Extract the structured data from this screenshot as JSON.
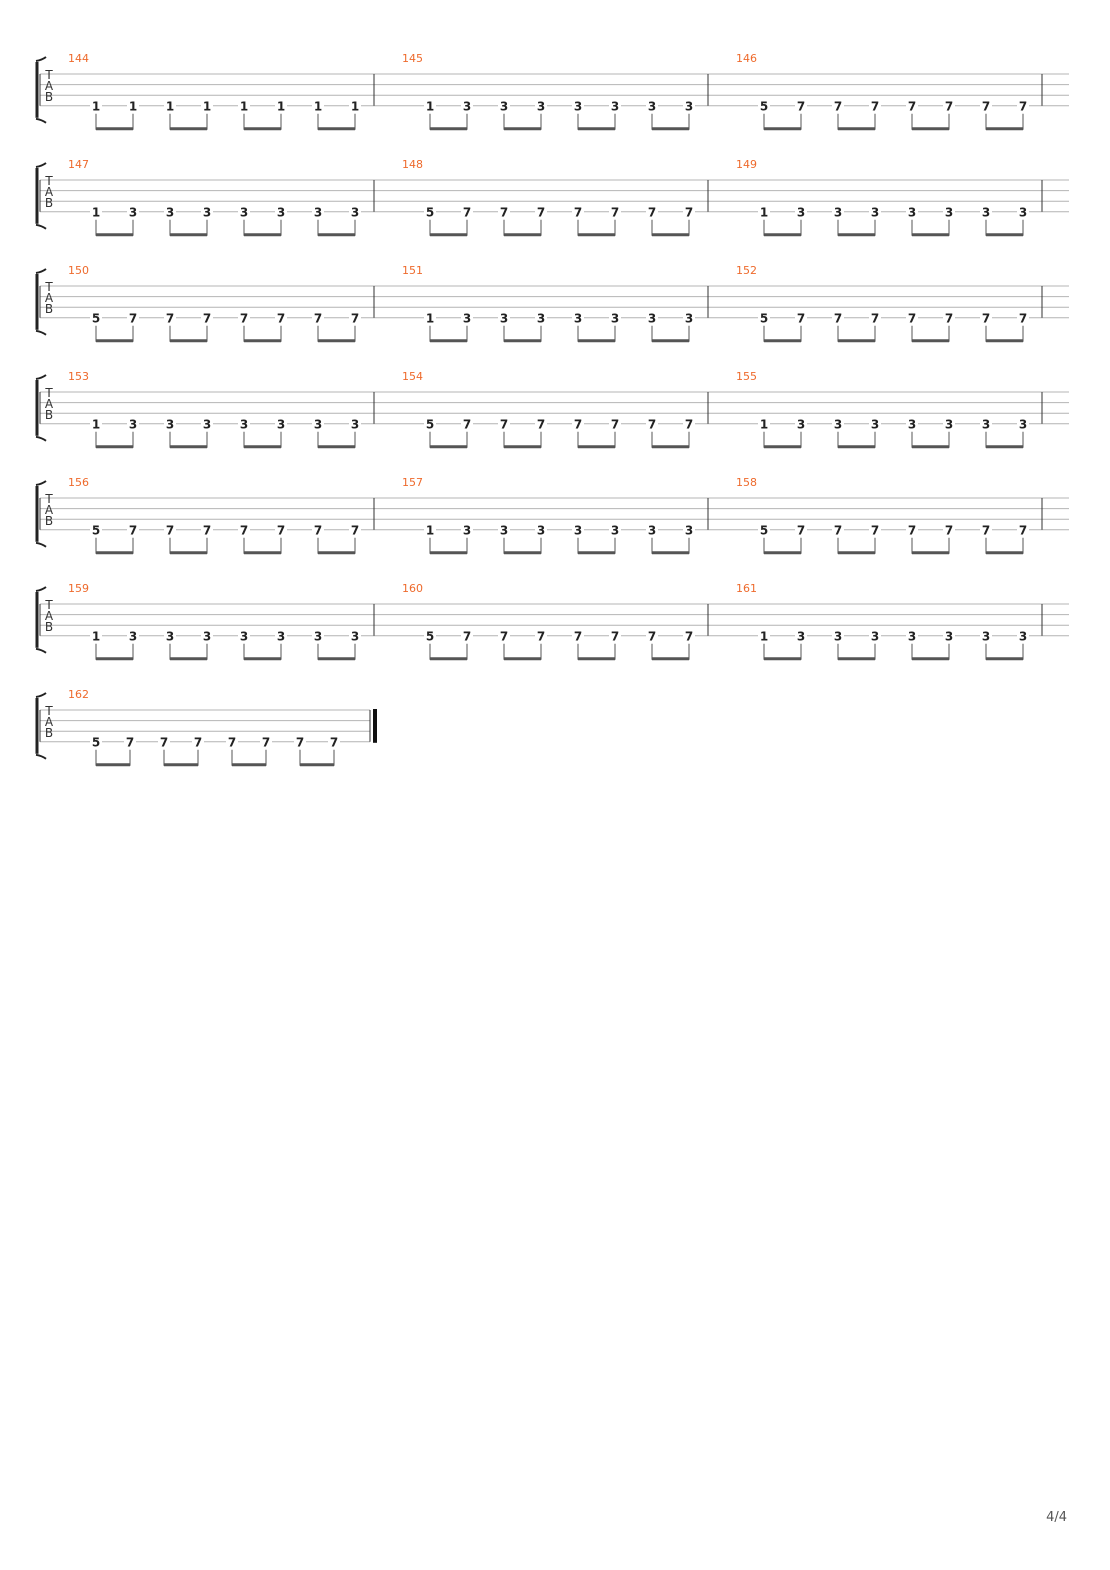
{
  "page": {
    "page_number": "4/4"
  },
  "tab_clef": [
    "T",
    "A",
    "B"
  ],
  "colors": {
    "measure_number": "#ee6a2c",
    "staff_line": "#b4b4b4",
    "barline": "#333333",
    "note": "#222222",
    "beam": "#555555",
    "bracket": "#222222"
  },
  "systems": [
    {
      "measures": [
        {
          "number": "144",
          "notes": [
            "1",
            "1",
            "1",
            "1",
            "1",
            "1",
            "1",
            "1"
          ]
        },
        {
          "number": "145",
          "notes": [
            "1",
            "3",
            "3",
            "3",
            "3",
            "3",
            "3",
            "3"
          ]
        },
        {
          "number": "146",
          "notes": [
            "5",
            "7",
            "7",
            "7",
            "7",
            "7",
            "7",
            "7"
          ]
        }
      ]
    },
    {
      "measures": [
        {
          "number": "147",
          "notes": [
            "1",
            "3",
            "3",
            "3",
            "3",
            "3",
            "3",
            "3"
          ]
        },
        {
          "number": "148",
          "notes": [
            "5",
            "7",
            "7",
            "7",
            "7",
            "7",
            "7",
            "7"
          ]
        },
        {
          "number": "149",
          "notes": [
            "1",
            "3",
            "3",
            "3",
            "3",
            "3",
            "3",
            "3"
          ]
        }
      ]
    },
    {
      "measures": [
        {
          "number": "150",
          "notes": [
            "5",
            "7",
            "7",
            "7",
            "7",
            "7",
            "7",
            "7"
          ]
        },
        {
          "number": "151",
          "notes": [
            "1",
            "3",
            "3",
            "3",
            "3",
            "3",
            "3",
            "3"
          ]
        },
        {
          "number": "152",
          "notes": [
            "5",
            "7",
            "7",
            "7",
            "7",
            "7",
            "7",
            "7"
          ]
        }
      ]
    },
    {
      "measures": [
        {
          "number": "153",
          "notes": [
            "1",
            "3",
            "3",
            "3",
            "3",
            "3",
            "3",
            "3"
          ]
        },
        {
          "number": "154",
          "notes": [
            "5",
            "7",
            "7",
            "7",
            "7",
            "7",
            "7",
            "7"
          ]
        },
        {
          "number": "155",
          "notes": [
            "1",
            "3",
            "3",
            "3",
            "3",
            "3",
            "3",
            "3"
          ]
        }
      ]
    },
    {
      "measures": [
        {
          "number": "156",
          "notes": [
            "5",
            "7",
            "7",
            "7",
            "7",
            "7",
            "7",
            "7"
          ]
        },
        {
          "number": "157",
          "notes": [
            "1",
            "3",
            "3",
            "3",
            "3",
            "3",
            "3",
            "3"
          ]
        },
        {
          "number": "158",
          "notes": [
            "5",
            "7",
            "7",
            "7",
            "7",
            "7",
            "7",
            "7"
          ]
        }
      ]
    },
    {
      "measures": [
        {
          "number": "159",
          "notes": [
            "1",
            "3",
            "3",
            "3",
            "3",
            "3",
            "3",
            "3"
          ]
        },
        {
          "number": "160",
          "notes": [
            "5",
            "7",
            "7",
            "7",
            "7",
            "7",
            "7",
            "7"
          ]
        },
        {
          "number": "161",
          "notes": [
            "1",
            "3",
            "3",
            "3",
            "3",
            "3",
            "3",
            "3"
          ]
        }
      ]
    },
    {
      "measures": [
        {
          "number": "162",
          "notes": [
            "5",
            "7",
            "7",
            "7",
            "7",
            "7",
            "7",
            "7"
          ]
        }
      ],
      "final": true
    }
  ]
}
